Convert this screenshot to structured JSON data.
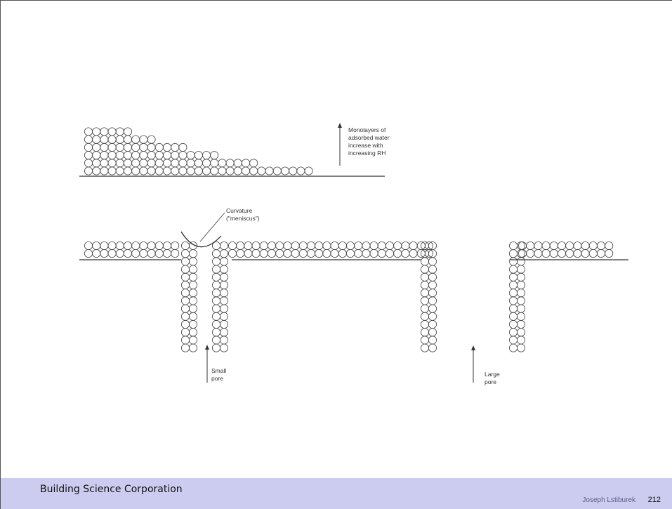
{
  "diagram": {
    "monolayer_label": [
      "Monolayers of",
      "adsorbed water",
      "increase with",
      "increasing RH"
    ],
    "curvature_label": [
      "Curvature",
      "(\"meniscus\")"
    ],
    "small_pore_label": [
      "Small",
      "pore"
    ],
    "large_pore_label": [
      "Large",
      "pore"
    ]
  },
  "footer": {
    "company": "Building Science Corporation",
    "author": "Joseph Lstiburek",
    "page_number": "212"
  },
  "colors": {
    "footer_bg": "#ccccf0",
    "line": "#333333"
  }
}
